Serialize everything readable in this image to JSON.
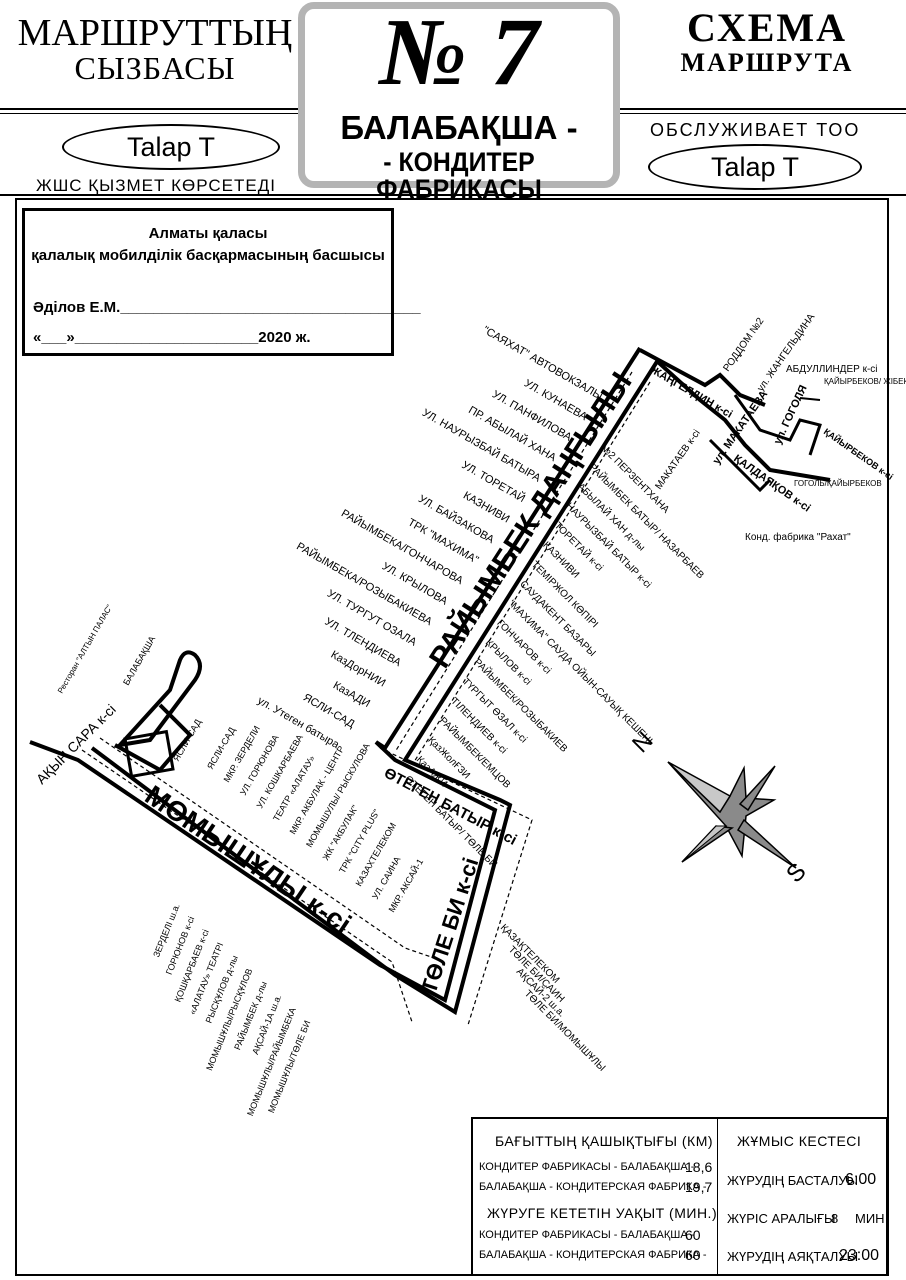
{
  "header": {
    "left_title_1": "МАРШРУТТЫҢ",
    "left_title_2": "СЫЗБАСЫ",
    "right_title_1": "СХЕМА",
    "right_title_2": "МАРШРУТА",
    "route_number": "№ 7",
    "route_name_1": "БАЛАБАҚША -",
    "route_name_2": "- КОНДИТЕР ФАБРИКАСЫ",
    "operator_left": "Talap T",
    "operator_right": "Talap T",
    "serves_left": "ЖШС ҚЫЗМЕТ КӨРСЕТЕДІ",
    "serves_right": "ОБСЛУЖИВАЕТ ТОО"
  },
  "approval": {
    "line1": "Алматы қаласы",
    "line2": "қалалық мобилділік басқармасының басшысы",
    "signer": "Әділов Е.М.",
    "date": "«___»______________________2020 ж."
  },
  "map": {
    "streets": {
      "main_avenue": "РАЙЫМБЕК ДАҢҒЫЛЫ",
      "momyshuly": "МОМЫШҰЛЫ к-сі",
      "tole_bi": "ТӨЛЕ БИ к-сі",
      "otegen_batyr": "ӨТЕГЕН БАТЫР к-сі",
      "akyn_sara": "АҚЫН САРА к-сі",
      "zhangeldin": "ЖАҢГЕЛДИН к-сі",
      "makataev": "ул. МАКАТАЕВА",
      "gogol": "ул. ГОГОЛЯ",
      "kaldayakov": "ҚАЛДАЯҚОВ к-сі",
      "kaiyrbekov": "ҚАЙЫРБЕКОВ к-сі",
      "abdullinder": "АБДУЛЛИНДЕР к-сі"
    },
    "stops_north_side": [
      "\"САЯХАТ\" АВТОВОКЗАЛЫ",
      "УЛ. КУНАЕВА",
      "УЛ. ПАНФИЛОВА",
      "ПР. АБЫЛАЙ ХАНА",
      "УЛ. НАУРЫЗБАЙ БАТЫРА",
      "УЛ. ТОРЕТАЙ",
      "КАЗНИВИ",
      "УЛ. БАЙЗАКОВА",
      "ТРК \"МАХИМА\"",
      "РАЙЫМБЕКА/ГОНЧАРОВА",
      "УЛ. КРЫЛОВА",
      "РАЙЫМБЕКА/РОЗЫБАКИЕВА",
      "УЛ. ТУРГУТ ОЗАЛА",
      "УЛ. ТЛЕНДИЕВА",
      "КазДорНИИ",
      "КазАДИ",
      "ЯСЛИ-САД",
      "ул. Утеген батыра"
    ],
    "stops_south_side": [
      "№2 ПЕРЗЕНТХАНА",
      "РАЙЫМБЕК БАТЫР/ НАЗАРБАЕВ",
      "АБЫЛАЙ ХАН д-лы",
      "НАУРЫЗБАЙ БАТЫР к-сі",
      "ТОРЕТАЙ к-сі",
      "ҚАЗНИВИ",
      "ТЕМІРЖОЛ КӨПІРІ",
      "САУДАКЕНТ БАЗАРЫ",
      "\"МАХИМА\" САУДА ОЙЫН-САУЫҚ КЕШЕНІ",
      "ГОНЧАРОВ к-сі",
      "КРЫЛОВ к-сі",
      "РАЙЫМБЕК/РОЗЫБАКИЕВ",
      "ТҮРГЫТ ӨЗАЛ к-сі",
      "ТІЛЕНДИЕВ к-сі",
      "РАЙЫМБЕК/ЕМЦОВ",
      "ҚазЖолҒЗИ",
      "ҚазАЖИ",
      "ӨТЕГЕН БАТЫР/ ТӨЛЕ БИ"
    ],
    "stops_momyshuly": [
      "ЯСЛИ-САД",
      "МКР. ЗЕРДЕЛИ",
      "УЛ. ГОРЮНОВА",
      "УЛ. КОШКАРБАЕВА",
      "ТЕАТР «АЛАТАУ»",
      "МКР. АКБУЛАК - ЦЕНТР",
      "МОМЫШУЛЫ/ РЫСКУЛОВА",
      "ЖК \"АКБУЛАК\"",
      "ТРК \"CITY PLUS\"",
      "КАЗАХТЕЛЕКОМ",
      "УЛ. САИНА",
      "МКР. АКСАЙ-1",
      "ЗЕРДЕЛІ ш.а.",
      "ГОРЮНОВ к-сі",
      "ҚОШҚАРБАЕВ к-сі",
      "«АЛАТАУ» ТЕАТРІ",
      "РЫСҚҰЛОВ д-лы",
      "МОМЫШҰЛЫ/РЫСҚҰЛОВ",
      "РАЙЫМБЕК д-лы",
      "АҚСАЙ-1А ш.а.",
      "МОМЫШҰЛЫ/РАЙЫМБЕКА",
      "МОМЫШҰЛЫ/ТӨЛЕ БИ"
    ],
    "stops_tole_bi": [
      "ҚАЗАҚТЕЛЕКОМ",
      "ТӨЛЕ БИ/САИН",
      "АҚСАЙ-2 ш.а.",
      "ТӨЛЕ БИ/МОМЫШҰЛЫ"
    ],
    "terminal_west": [
      "Ресторан \"АЛТЫН ПАЛАС\"",
      "БАЛАБАҚША",
      "ЯСЛИ-САД"
    ],
    "terminal_east": [
      "РОДДОМ №2",
      "ул. ЖАНГЕЛЬДИНА",
      "МАКАТАЕВ к-сі",
      "ҚАЙЫРБЕКОВ/ ЖІБЕК ЖОЛЫ",
      "ГОГОЛЬ/ҚАЙЫРБЕКОВ",
      "Конд. фабрика \"Рахат\""
    ],
    "compass": {
      "n": "N",
      "s": "S"
    }
  },
  "info": {
    "distance_header": "БАҒЫТТЫҢ ҚАШЫҚТЫҒЫ (КМ)",
    "distance_rows": [
      {
        "label": "КОНДИТЕР ФАБРИКАСЫ - БАЛАБАҚША -",
        "value": "18,6"
      },
      {
        "label": "БАЛАБАҚША  - КОНДИТЕРСКАЯ ФАБРИКА -",
        "value": "19,7"
      }
    ],
    "time_header": "ЖҮРУГЕ КЕТЕТІН УАҚЫТ (МИН.)",
    "time_rows": [
      {
        "label": "КОНДИТЕР ФАБРИКАСЫ - БАЛАБАҚША -",
        "value": "60"
      },
      {
        "label": "БАЛАБАҚША  - КОНДИТЕРСКАЯ ФАБРИКА -",
        "value": "60"
      }
    ],
    "schedule_header": "ЖҰМЫС КЕСТЕСІ",
    "start_label": "ЖҮРУДІҢ БАСТАЛУЫ",
    "start_value": "6:00",
    "interval_label": "ЖҮРІС АРАЛЫҒЫ",
    "interval_value": "8",
    "interval_unit": "МИН",
    "end_label": "ЖҮРУДІҢ АЯҚТАЛУЫ",
    "end_value": "23:00"
  }
}
